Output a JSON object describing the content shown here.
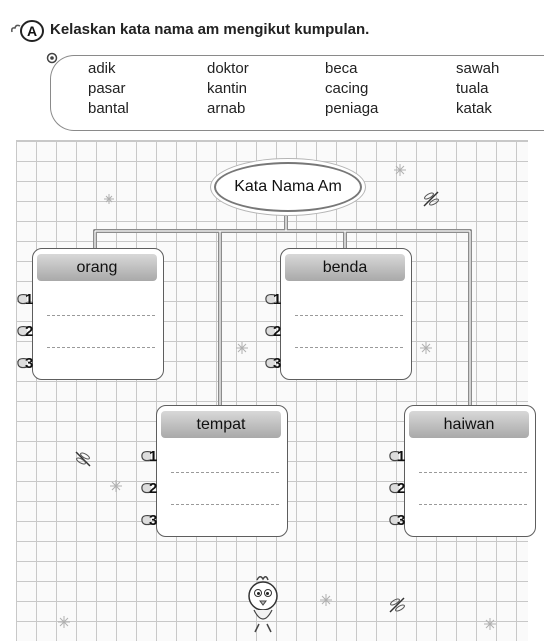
{
  "instruction": {
    "label": "A",
    "text": "Kelaskan kata nama am mengikut kumpulan."
  },
  "word_bank": [
    [
      "adik",
      "doktor",
      "beca",
      "sawah"
    ],
    [
      "pasar",
      "kantin",
      "cacing",
      "tuala"
    ],
    [
      "bantal",
      "arnab",
      "peniaga",
      "katak"
    ]
  ],
  "diagram": {
    "root": "Kata Nama Am",
    "categories": [
      {
        "label": "orang",
        "numbers": [
          "1",
          "2",
          "3"
        ]
      },
      {
        "label": "benda",
        "numbers": [
          "1",
          "2",
          "3"
        ]
      },
      {
        "label": "tempat",
        "numbers": [
          "1",
          "2",
          "3"
        ]
      },
      {
        "label": "haiwan",
        "numbers": [
          "1",
          "2",
          "3"
        ]
      }
    ]
  },
  "colors": {
    "grid": "#c8c8c8",
    "header_fill": "#b5b5b5",
    "connector": "#8c8c8c"
  }
}
